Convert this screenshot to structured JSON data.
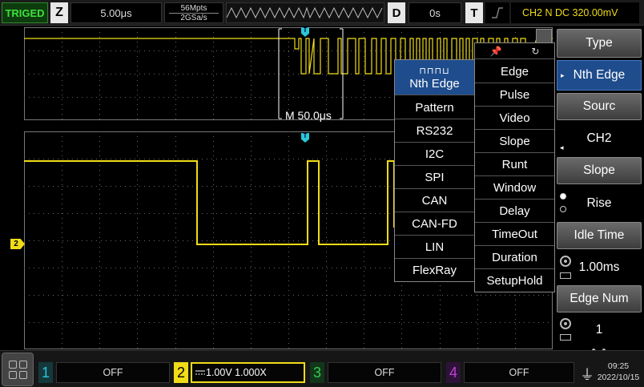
{
  "topbar": {
    "status": "TRIGED",
    "zoom_key": "Z",
    "timebase": "5.00μs",
    "memory_depth": "56Mpts",
    "sample_rate": "2GSa/s",
    "delay_key": "D",
    "delay_value": "0s",
    "trigger_key": "T",
    "trigger_slope_icon": "rising-edge-icon",
    "trigger_info": "CH2 N DC 320.00mV"
  },
  "waveform": {
    "zoom_label": "M  50.0μs",
    "channel_marker": "2",
    "trigger_marker": "T",
    "trace_color": "#f0dc18"
  },
  "popup": {
    "left_items": [
      {
        "label": "Nth Edge",
        "icon": "nth-edge-icon"
      },
      {
        "label": "Pattern"
      },
      {
        "label": "RS232"
      },
      {
        "label": "I2C"
      },
      {
        "label": "SPI"
      },
      {
        "label": "CAN"
      },
      {
        "label": "CAN-FD"
      },
      {
        "label": "LIN"
      },
      {
        "label": "FlexRay"
      }
    ],
    "right_items": [
      {
        "label": "Edge"
      },
      {
        "label": "Pulse"
      },
      {
        "label": "Video"
      },
      {
        "label": "Slope"
      },
      {
        "label": "Runt"
      },
      {
        "label": "Window"
      },
      {
        "label": "Delay"
      },
      {
        "label": "TimeOut"
      },
      {
        "label": "Duration"
      },
      {
        "label": "SetupHold"
      }
    ],
    "nth_icon_glyph": "⊓⊓⊓⊔"
  },
  "menu": {
    "type_title": "Type",
    "type_value": "Nth Edge",
    "source_title": "Sourc",
    "source_value": "CH2",
    "slope_title": "Slope",
    "slope_value": "Rise",
    "idle_title": "Idle Time",
    "idle_value": "1.00ms",
    "edgenum_title": "Edge Num",
    "edgenum_value": "1",
    "page_dots": "● ●"
  },
  "bottombar": {
    "ch1_num": "1",
    "ch1_text": "OFF",
    "ch2_num": "2",
    "ch2_text": "1.00V 1.000X",
    "ch2_coupling_icon": "dc-coupling-icon",
    "ch3_num": "3",
    "ch3_text": "OFF",
    "ch4_num": "4",
    "ch4_text": "OFF",
    "time": "09:25",
    "date": "2022/10/15"
  },
  "colors": {
    "ch1": "#2bc6d8",
    "ch2": "#f0dc18",
    "ch3": "#38c84c",
    "ch4": "#c040d8",
    "menu_selected": "#1e4c8c"
  }
}
